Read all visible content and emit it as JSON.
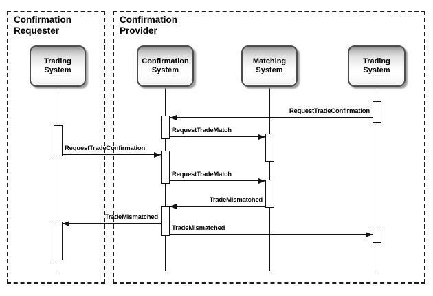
{
  "diagram_type": "uml-sequence-diagram",
  "frames": {
    "requester": {
      "label": "Confirmation Requester"
    },
    "provider": {
      "label": "Confirmation Provider"
    }
  },
  "lifelines": {
    "trading_left": {
      "label": "Trading System"
    },
    "confirmation": {
      "label": "Confirmation System"
    },
    "matching": {
      "label": "Matching System"
    },
    "trading_right": {
      "label": "Trading System"
    }
  },
  "messages": [
    {
      "label": "RequestTradeConfirmation",
      "from": "Trading System (Provider)",
      "to": "Confirmation System",
      "direction": "left"
    },
    {
      "label": "RequestTradeMatch",
      "from": "Confirmation System",
      "to": "Matching System",
      "direction": "right"
    },
    {
      "label": "RequestTradeConfirmation",
      "from": "Trading System (Requester)",
      "to": "Confirmation System",
      "direction": "right"
    },
    {
      "label": "RequestTradeMatch",
      "from": "Confirmation System",
      "to": "Matching System",
      "direction": "right"
    },
    {
      "label": "TradeMismatched",
      "from": "Matching System",
      "to": "Confirmation System",
      "direction": "left"
    },
    {
      "label": "TradeMismatched",
      "from": "Confirmation System",
      "to": "Trading System (Requester)",
      "direction": "left"
    },
    {
      "label": "TradeMismatched",
      "from": "Confirmation System",
      "to": "Trading System (Provider)",
      "direction": "right"
    }
  ],
  "colors": {
    "background": "#ffffff",
    "line": "#111111",
    "frame_border": "#1c1c1c",
    "head_border": "#4d4d4d",
    "head_gradient_top": "#8e8e8e",
    "head_gradient_bottom": "#f1f1f1",
    "shadow": "#9e9e9e"
  }
}
